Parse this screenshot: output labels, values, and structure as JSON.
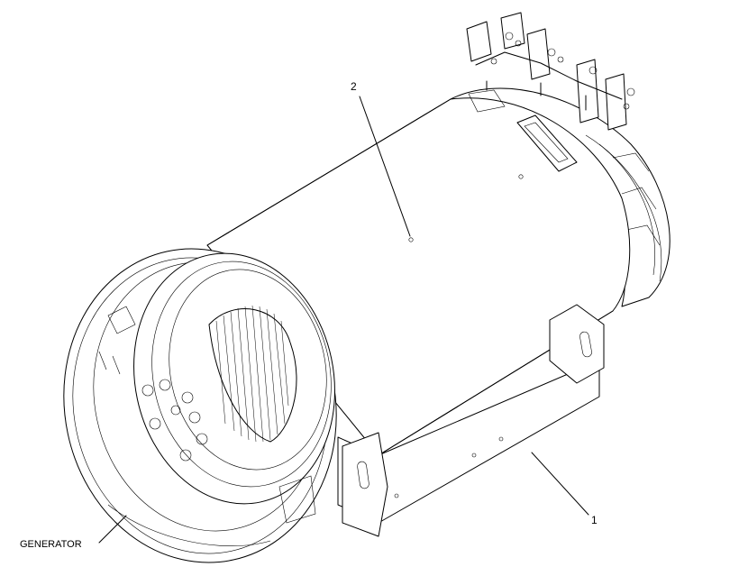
{
  "diagram": {
    "labels": {
      "generator": "GENERATOR",
      "part_1": "1",
      "part_2": "2"
    },
    "colors": {
      "ink": "#000000",
      "background": "#ffffff"
    }
  }
}
